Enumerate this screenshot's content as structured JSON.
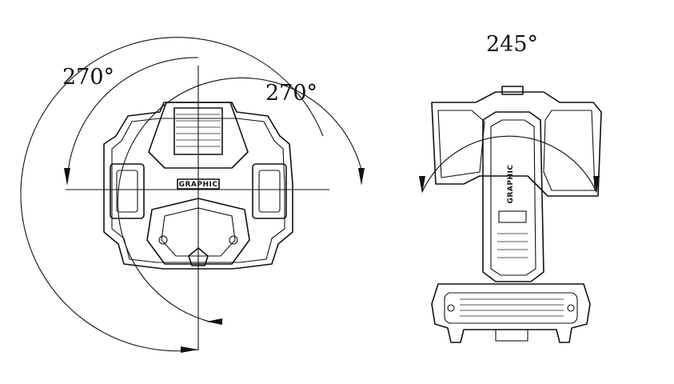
{
  "diagram": {
    "pan_range_label": "270°",
    "tilt_range_label_front": "270°",
    "tilt_range_label_side": "245°",
    "brand_text": "GRAPHIC"
  },
  "colors": {
    "line": "#111111",
    "background": "#ffffff"
  }
}
